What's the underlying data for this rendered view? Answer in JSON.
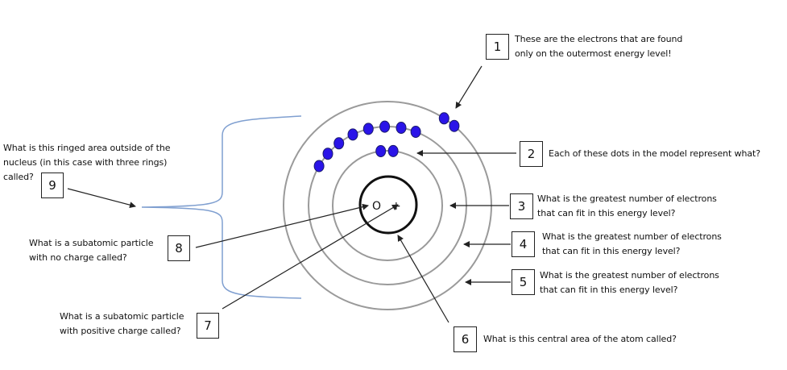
{
  "title": "Bohr model of an atom – labeling worksheet",
  "colors": {
    "ring": "#9a9a9a",
    "nucleus": "#111111",
    "electron_fill": "#2a14e8",
    "electron_stroke": "#1a1a6e",
    "brace": "#7f9fd0",
    "arrow": "#222222"
  },
  "atom": {
    "nucleus_symbols": {
      "neutron": "O",
      "proton": "+"
    },
    "shells": [
      {
        "level": 1,
        "electrons_shown": 2
      },
      {
        "level": 2,
        "electrons_shown": 8
      },
      {
        "level": 3,
        "electrons_shown": 2
      }
    ]
  },
  "questions": [
    {
      "number": "1",
      "lines": [
        "These are the electrons that are found",
        "only on the outermost energy level!"
      ]
    },
    {
      "number": "2",
      "lines": [
        "Each of these dots in the model represent what?"
      ]
    },
    {
      "number": "3",
      "lines": [
        "What is the greatest number of electrons",
        "that can fit in this energy level?"
      ]
    },
    {
      "number": "4",
      "lines": [
        "What is the greatest number of electrons",
        "that can fit in this energy level?"
      ]
    },
    {
      "number": "5",
      "lines": [
        "What is the greatest number of electrons",
        "that can fit in this energy level?"
      ]
    },
    {
      "number": "6",
      "lines": [
        "What is this central area of the atom called?"
      ]
    },
    {
      "number": "7",
      "lines": [
        "What is a subatomic particle",
        "with positive charge called?"
      ]
    },
    {
      "number": "8",
      "lines": [
        "What is a subatomic particle",
        "with no charge called?"
      ]
    },
    {
      "number": "9",
      "lines": [
        "What is this ringed area outside of the",
        "nucleus (in this case with three rings)",
        "called?"
      ]
    }
  ]
}
